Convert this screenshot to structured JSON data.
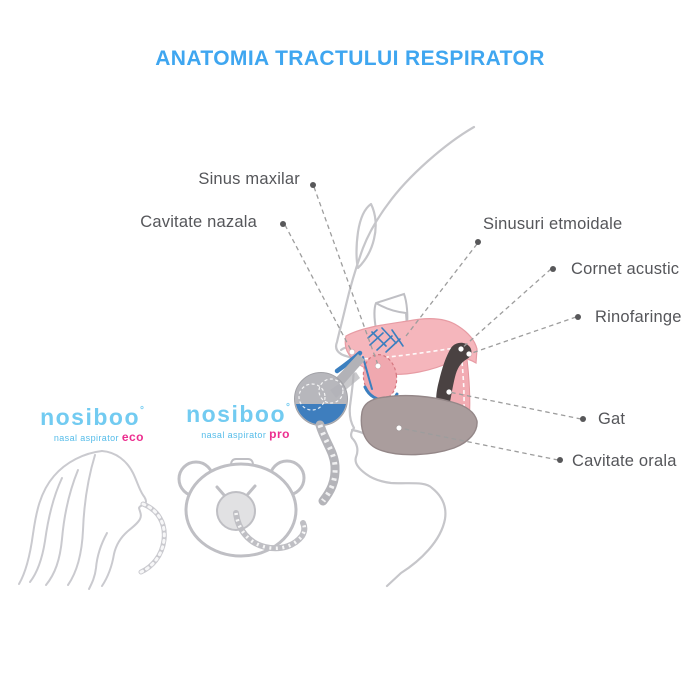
{
  "title": {
    "text": "ANATOMIA TRACTULUI RESPIRATOR"
  },
  "labels": {
    "sinus_maxilar": "Sinus maxilar",
    "cavitate_nazala": "Cavitate nazala",
    "sinusuri_etmoidale": "Sinusuri etmoidale",
    "cornet_acustic": "Cornet acustic",
    "rinofaringe": "Rinofaringe",
    "gat": "Gat",
    "cavitate_orala": "Cavitate orala"
  },
  "logos": {
    "eco": {
      "brand": "nosiboo",
      "mark": "°",
      "tagline": "nasal aspirator",
      "variant": "eco"
    },
    "pro": {
      "brand": "nosiboo",
      "mark": "°",
      "tagline": "nasal aspirator",
      "variant": "pro"
    }
  },
  "colors": {
    "title_blue": "#3FA6F0",
    "label_text": "#55565A",
    "leader_line": "#9D9D9D",
    "brand_blue": "#72CBF1",
    "tagline_blue": "#55BCE9",
    "brand_magenta": "#EC2E8F",
    "anatomy_pink": "#F5B6BC",
    "tongue_gray": "#AA9D9D",
    "mucus_blue": "#3B7FBF",
    "ear_tube_dark": "#4A4242",
    "line_art_gray": "#C6C6CA"
  }
}
